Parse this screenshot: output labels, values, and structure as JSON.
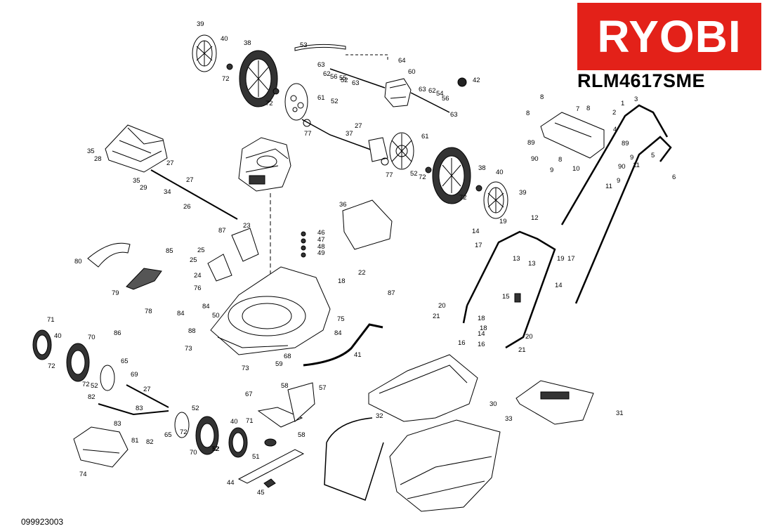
{
  "brand": "RYOBI",
  "model": "RLM4617SME",
  "doc_number": "099923003",
  "colors": {
    "brand_red": "#e32119",
    "line": "#000000",
    "part_fill": "#ffffff",
    "shade": "#555555"
  },
  "callouts": [
    "1",
    "2",
    "3",
    "4",
    "5",
    "6",
    "7",
    "8",
    "9",
    "10",
    "11",
    "12",
    "13",
    "14",
    "15",
    "16",
    "17",
    "18",
    "19",
    "20",
    "21",
    "22",
    "23",
    "24",
    "25",
    "26",
    "27",
    "28",
    "29",
    "30",
    "31",
    "32",
    "33",
    "34",
    "35",
    "36",
    "37",
    "38",
    "39",
    "40",
    "41",
    "42",
    "44",
    "45",
    "46",
    "47",
    "48",
    "49",
    "50",
    "51",
    "52",
    "53",
    "54",
    "55",
    "56",
    "57",
    "58",
    "59",
    "60",
    "61",
    "62",
    "63",
    "64",
    "65",
    "67",
    "68",
    "69",
    "70",
    "71",
    "72",
    "73",
    "74",
    "75",
    "76",
    "77",
    "78",
    "79",
    "80",
    "81",
    "82",
    "83",
    "84",
    "85",
    "86",
    "87",
    "88",
    "89",
    "90"
  ]
}
